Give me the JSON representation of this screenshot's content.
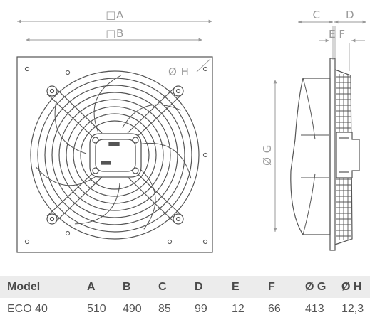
{
  "dimension_labels": {
    "a": "□A",
    "b": "□B",
    "c": "C",
    "d": "D",
    "e": "E",
    "f": "F",
    "g": "Ø G",
    "h": "Ø H"
  },
  "table": {
    "headers": [
      "Model",
      "A",
      "B",
      "C",
      "D",
      "E",
      "F",
      "Ø G",
      "Ø H"
    ],
    "rows": [
      [
        "ECO 40",
        "510",
        "490",
        "85",
        "99",
        "12",
        "66",
        "413",
        "12,3"
      ]
    ]
  },
  "colors": {
    "line": "#555555",
    "dimension": "#9a9a9a",
    "header_bg": "#ececec"
  }
}
